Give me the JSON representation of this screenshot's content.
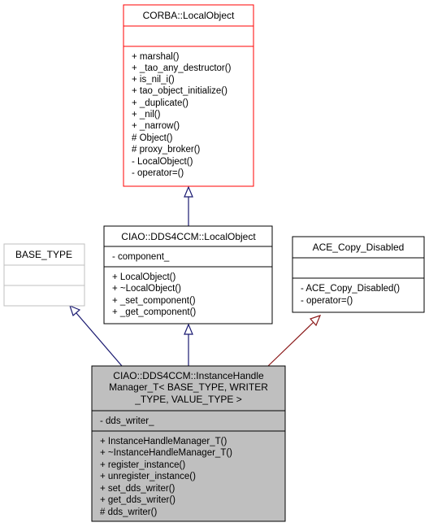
{
  "colors": {
    "inherit_public": "#191970",
    "inherit_private": "#8b1a1a",
    "border_highlight": "#ff0000",
    "border_normal": "#000000",
    "border_template_param": "#bfbfbf",
    "focus_fill": "#bfbfbf"
  },
  "classes": {
    "corba_local_object": {
      "name": "CORBA::LocalObject",
      "attributes": [],
      "methods": [
        "+ marshal()",
        "+ _tao_any_destructor()",
        "+ is_nil_i()",
        "+ tao_object_initialize()",
        "+ _duplicate()",
        "+ _nil()",
        "+ _narrow()",
        "# Object()",
        "# proxy_broker()",
        "- LocalObject()",
        "- operator=()"
      ]
    },
    "ciao_local_object": {
      "name": "CIAO::DDS4CCM::LocalObject",
      "attributes": [
        "- component_"
      ],
      "methods": [
        "+ LocalObject()",
        "+ ~LocalObject()",
        "+ _set_component()",
        "+ _get_component()"
      ]
    },
    "base_type": {
      "name": "BASE_TYPE",
      "attributes": [],
      "methods": []
    },
    "ace_copy_disabled": {
      "name": "ACE_Copy_Disabled",
      "attributes": [],
      "methods": [
        "- ACE_Copy_Disabled()",
        "- operator=()"
      ]
    },
    "instance_handle_manager": {
      "name_lines": [
        "CIAO::DDS4CCM::InstanceHandle",
        "Manager_T< BASE_TYPE, WRITER",
        "_TYPE, VALUE_TYPE >"
      ],
      "attributes": [
        "- dds_writer_"
      ],
      "methods": [
        "+ InstanceHandleManager_T()",
        "+ ~InstanceHandleManager_T()",
        "+ register_instance()",
        "+ unregister_instance()",
        "+ set_dds_writer()",
        "+ get_dds_writer()",
        "# dds_writer()"
      ]
    }
  }
}
